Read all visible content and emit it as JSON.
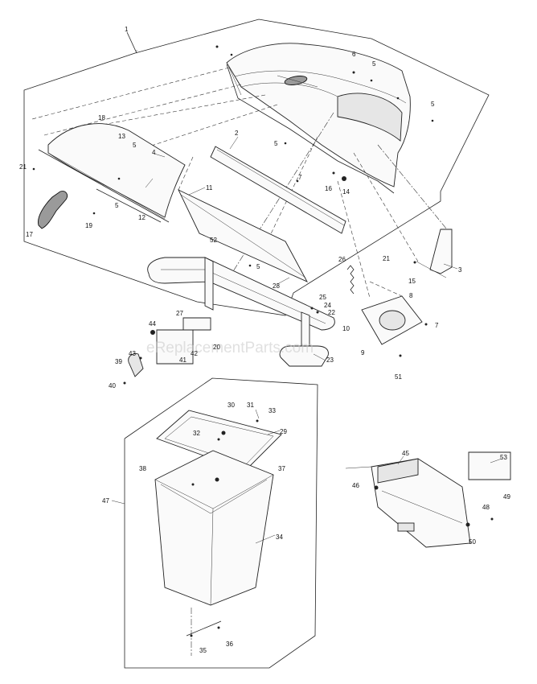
{
  "watermark": "eReplacementParts.com",
  "callouts": [
    {
      "id": "c1",
      "text": "1"
    },
    {
      "id": "c2",
      "text": "2"
    },
    {
      "id": "c3",
      "text": "3"
    },
    {
      "id": "c4",
      "text": "4"
    },
    {
      "id": "c5a",
      "text": "5"
    },
    {
      "id": "c5b",
      "text": "5"
    },
    {
      "id": "c5c",
      "text": "5"
    },
    {
      "id": "c5d",
      "text": "5"
    },
    {
      "id": "c5e",
      "text": "5"
    },
    {
      "id": "c5f",
      "text": "5"
    },
    {
      "id": "c6",
      "text": "6"
    },
    {
      "id": "c7a",
      "text": "7"
    },
    {
      "id": "c7b",
      "text": "7"
    },
    {
      "id": "c8",
      "text": "8"
    },
    {
      "id": "c9",
      "text": "9"
    },
    {
      "id": "c10",
      "text": "10"
    },
    {
      "id": "c11",
      "text": "11"
    },
    {
      "id": "c12",
      "text": "12"
    },
    {
      "id": "c13",
      "text": "13"
    },
    {
      "id": "c14",
      "text": "14"
    },
    {
      "id": "c15",
      "text": "15"
    },
    {
      "id": "c16",
      "text": "16"
    },
    {
      "id": "c17",
      "text": "17"
    },
    {
      "id": "c18",
      "text": "18"
    },
    {
      "id": "c19",
      "text": "19"
    },
    {
      "id": "c20",
      "text": "20"
    },
    {
      "id": "c21a",
      "text": "21"
    },
    {
      "id": "c21b",
      "text": "21"
    },
    {
      "id": "c22",
      "text": "22"
    },
    {
      "id": "c23",
      "text": "23"
    },
    {
      "id": "c24",
      "text": "24"
    },
    {
      "id": "c25",
      "text": "25"
    },
    {
      "id": "c26",
      "text": "26"
    },
    {
      "id": "c27",
      "text": "27"
    },
    {
      "id": "c28",
      "text": "28"
    },
    {
      "id": "c29",
      "text": "29"
    },
    {
      "id": "c30",
      "text": "30"
    },
    {
      "id": "c31",
      "text": "31"
    },
    {
      "id": "c32",
      "text": "32"
    },
    {
      "id": "c33",
      "text": "33"
    },
    {
      "id": "c34",
      "text": "34"
    },
    {
      "id": "c35",
      "text": "35"
    },
    {
      "id": "c36",
      "text": "36"
    },
    {
      "id": "c37",
      "text": "37"
    },
    {
      "id": "c38",
      "text": "38"
    },
    {
      "id": "c39",
      "text": "39"
    },
    {
      "id": "c40",
      "text": "40"
    },
    {
      "id": "c41",
      "text": "41"
    },
    {
      "id": "c42",
      "text": "42"
    },
    {
      "id": "c43",
      "text": "43"
    },
    {
      "id": "c44",
      "text": "44"
    },
    {
      "id": "c45",
      "text": "45"
    },
    {
      "id": "c46",
      "text": "46"
    },
    {
      "id": "c47",
      "text": "47"
    },
    {
      "id": "c48",
      "text": "48"
    },
    {
      "id": "c49",
      "text": "49"
    },
    {
      "id": "c50",
      "text": "50"
    },
    {
      "id": "c51",
      "text": "51"
    },
    {
      "id": "c52",
      "text": "52"
    },
    {
      "id": "c53",
      "text": "53"
    }
  ]
}
